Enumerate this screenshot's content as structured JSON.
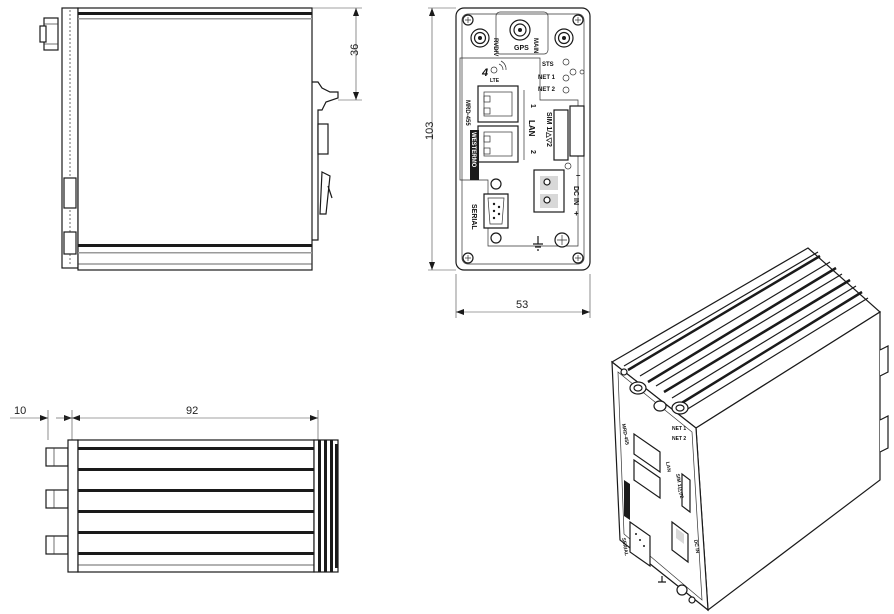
{
  "dimensions": {
    "height_36": "36",
    "height_103": "103",
    "width_53": "53",
    "offset_10": "10",
    "length_92": "92"
  },
  "panel_labels": {
    "rvdiv": "RVDIV",
    "gps": "GPS",
    "main": "MAIN",
    "sts": "STS",
    "net1": "NET 1",
    "net2": "NET 2",
    "lte": "LTE",
    "model": "MRD-455",
    "lan": "LAN",
    "port1": "1",
    "port2": "2",
    "sim": "SIM 1/△▽2",
    "brand": "WESTERMO",
    "serial": "SERIAL",
    "dcin": "DC IN",
    "plus": "+",
    "minus": "–"
  },
  "iso_labels": {
    "model": "MRD-455",
    "lan": "LAN",
    "sim": "SIM 1/△▽2",
    "serial": "SERIAL",
    "dcin": "DC IN",
    "net1": "NET 1",
    "net2": "NET 2"
  }
}
